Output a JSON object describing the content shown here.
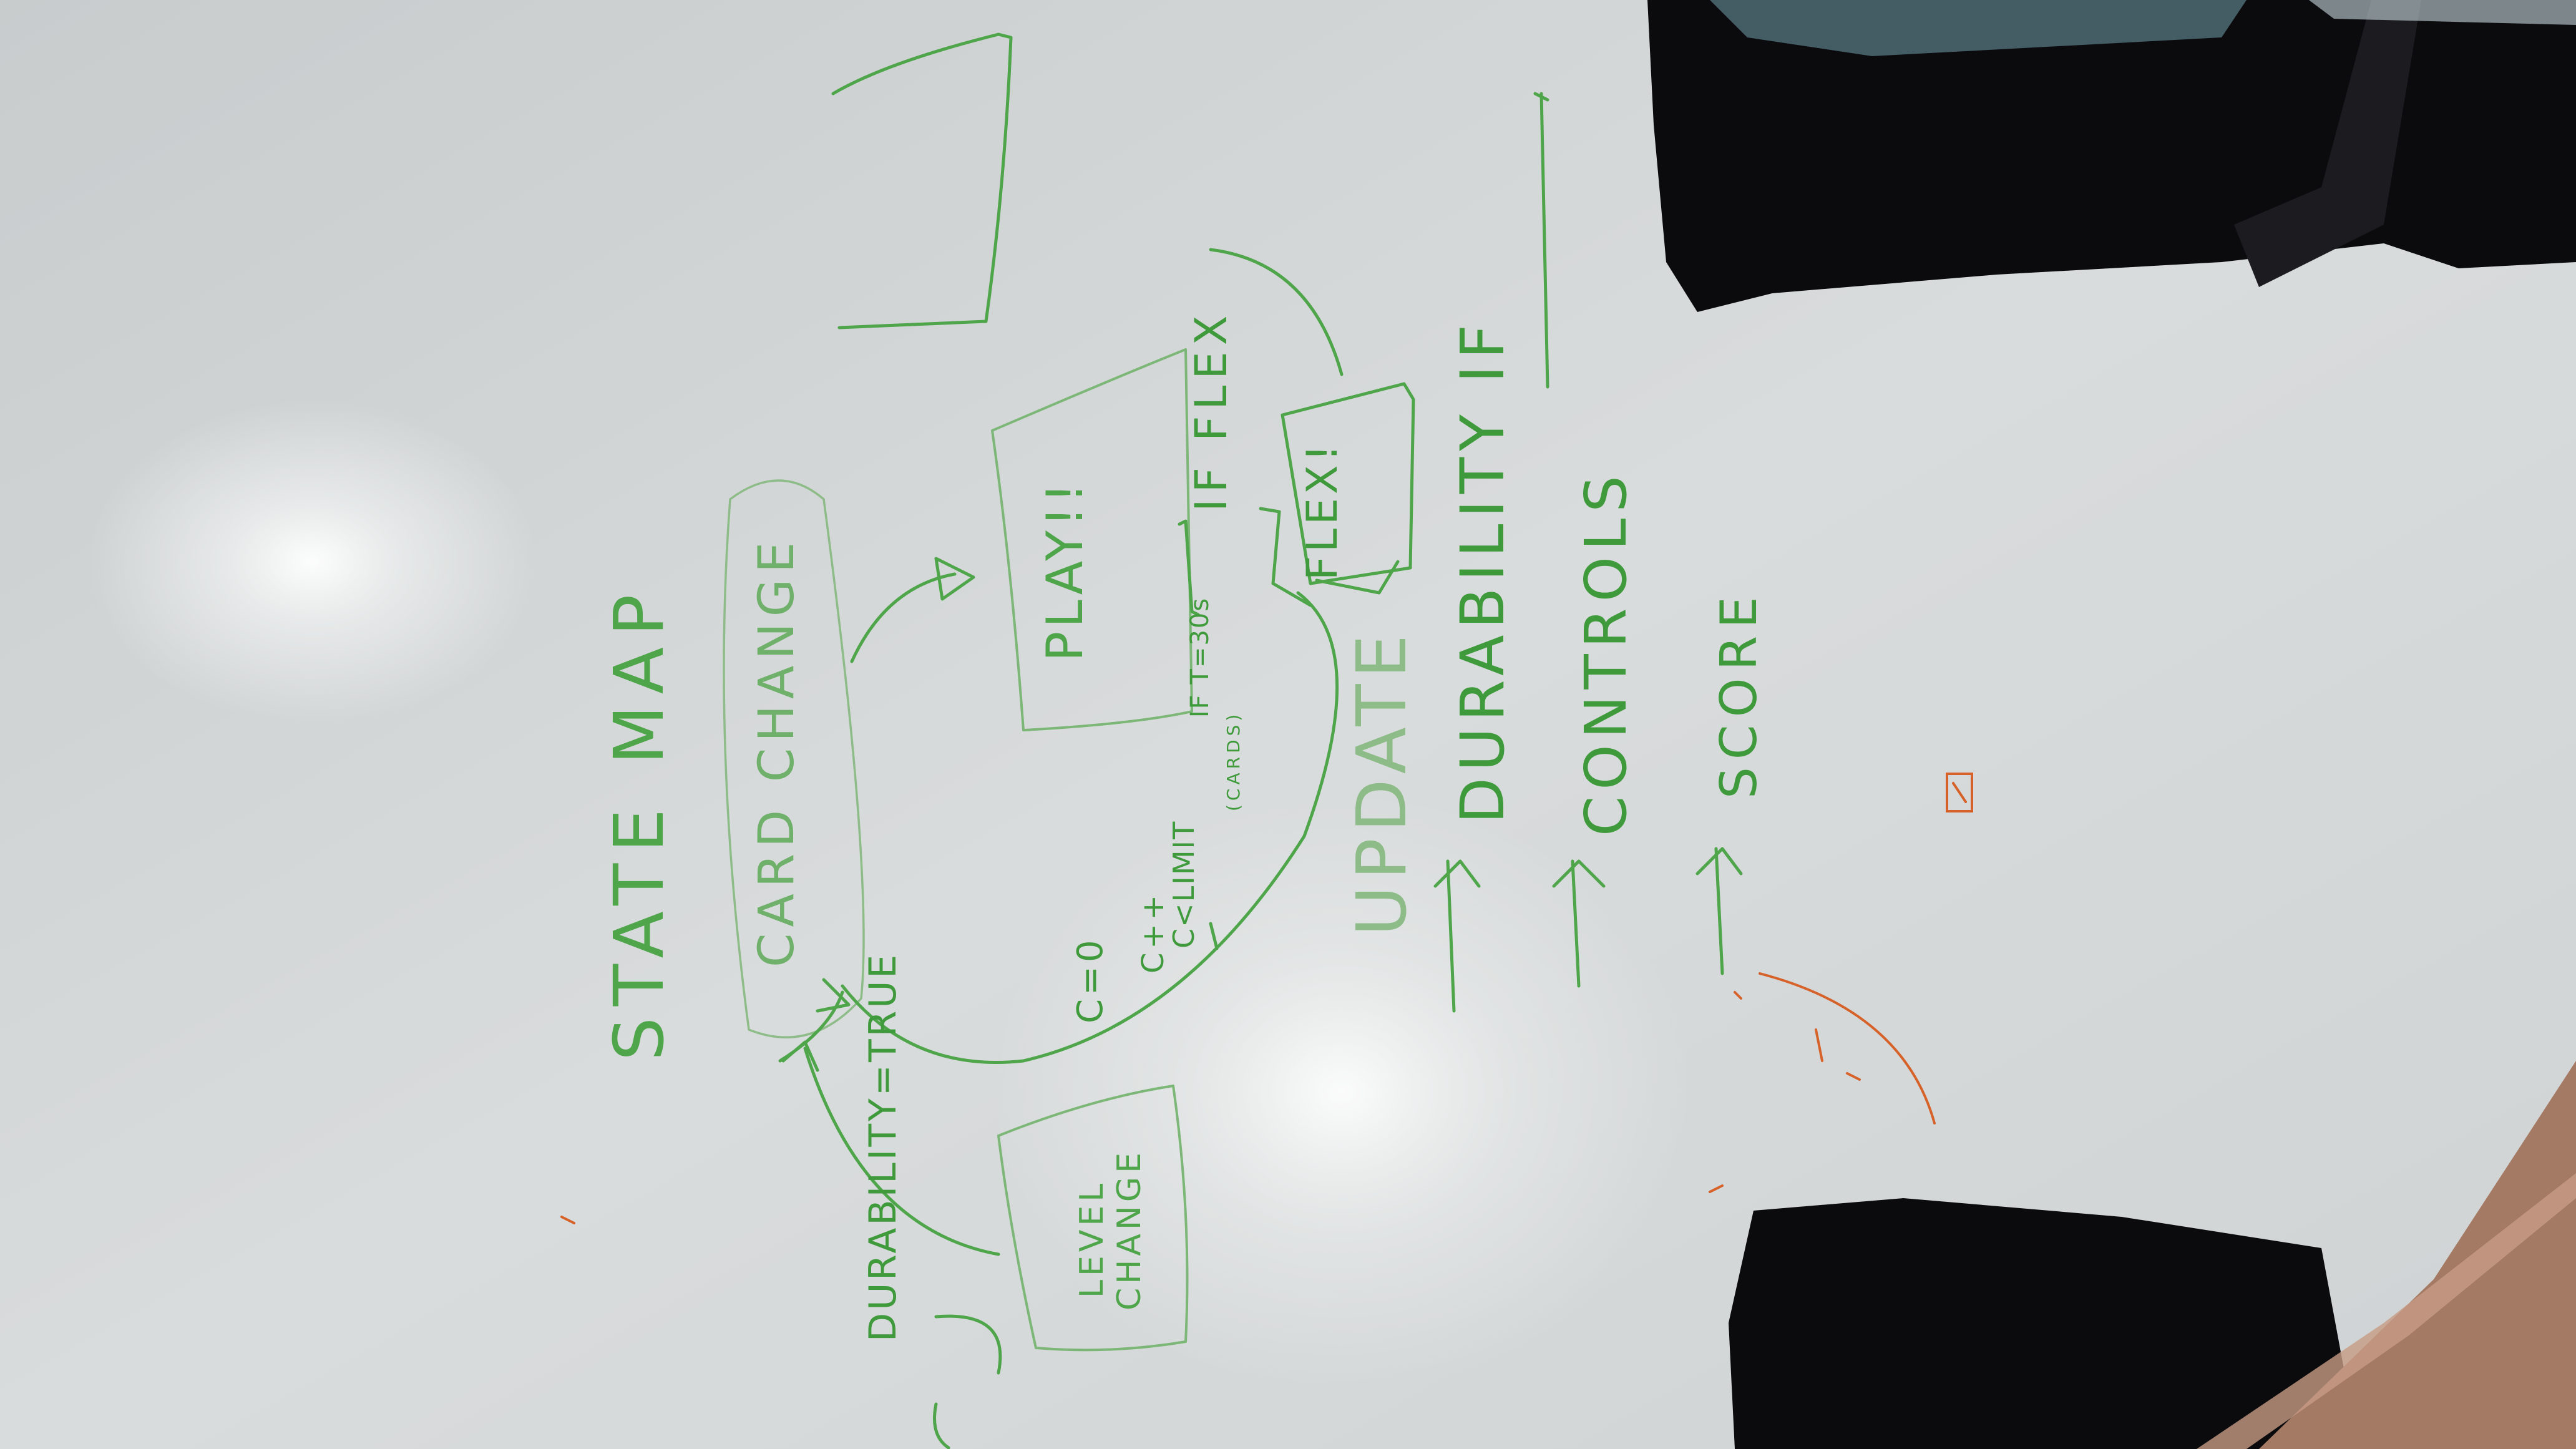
{
  "colors": {
    "board": "#d7dadb",
    "ink_green": "#3f9a3c",
    "ink_green_light": "#78b572",
    "ink_orange": "#d9662a",
    "chair": "#0d0d0f",
    "skin": "#b98a74"
  },
  "state_map": {
    "title": "STATE MAP",
    "nodes": {
      "card_change": "CARD CHANGE",
      "play": "PLAY!!",
      "level_change_1": "LEVEL",
      "level_change_2": "CHANGE",
      "flex": "FLEX!"
    },
    "labels": {
      "durability_true": "DURABILITY=TRUE",
      "if_flex": "IF FLEX",
      "if_t": "IF T=30s",
      "c_zero": "C=0",
      "c_inc": "C++",
      "c_limit": "C<LIMIT",
      "c_limit_sub": "(CARDS)"
    }
  },
  "update_list": {
    "heading": "UPDATE",
    "items": [
      "DURABILITY IF",
      "CONTROLS",
      "SCORE"
    ]
  }
}
